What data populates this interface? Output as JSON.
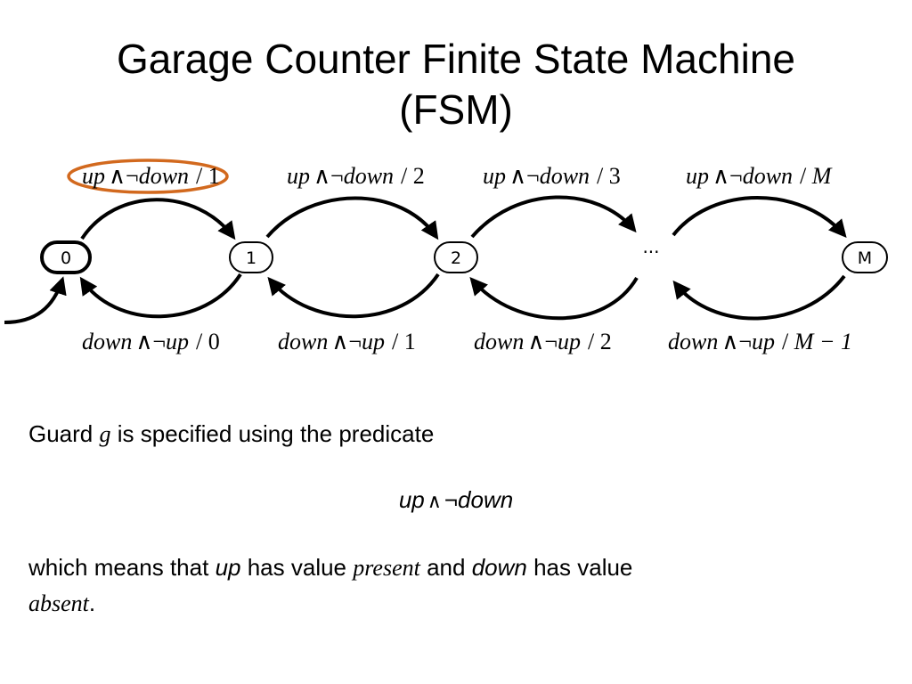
{
  "slide": {
    "title_line1": "Garage Counter Finite State Machine",
    "title_line2": "(FSM)"
  },
  "diagram": {
    "states": [
      "0",
      "1",
      "2",
      "M"
    ],
    "ellipsis": "···",
    "forward_guard": {
      "up": "up",
      "and": "∧",
      "not": "¬",
      "down": "down"
    },
    "backward_guard": {
      "down": "down",
      "and": "∧",
      "not": "¬",
      "up": "up"
    },
    "forward_outputs": [
      "1",
      "2",
      "3",
      "M"
    ],
    "backward_outputs": [
      "0",
      "1",
      "2",
      "M − 1"
    ],
    "highlight_color": "#d2691e"
  },
  "text": {
    "guard_prefix": "Guard",
    "guard_var": "g",
    "guard_suffix": "is specified using the predicate",
    "pred_up": "up",
    "pred_and": "∧",
    "pred_not": "¬",
    "pred_down": "down",
    "means_prefix": "which means that",
    "means_up": "up",
    "has_value_1": "has value",
    "present": "present",
    "and": "and",
    "means_down": "down",
    "has_value_2": "has value",
    "absent": "absent",
    "period": "."
  }
}
